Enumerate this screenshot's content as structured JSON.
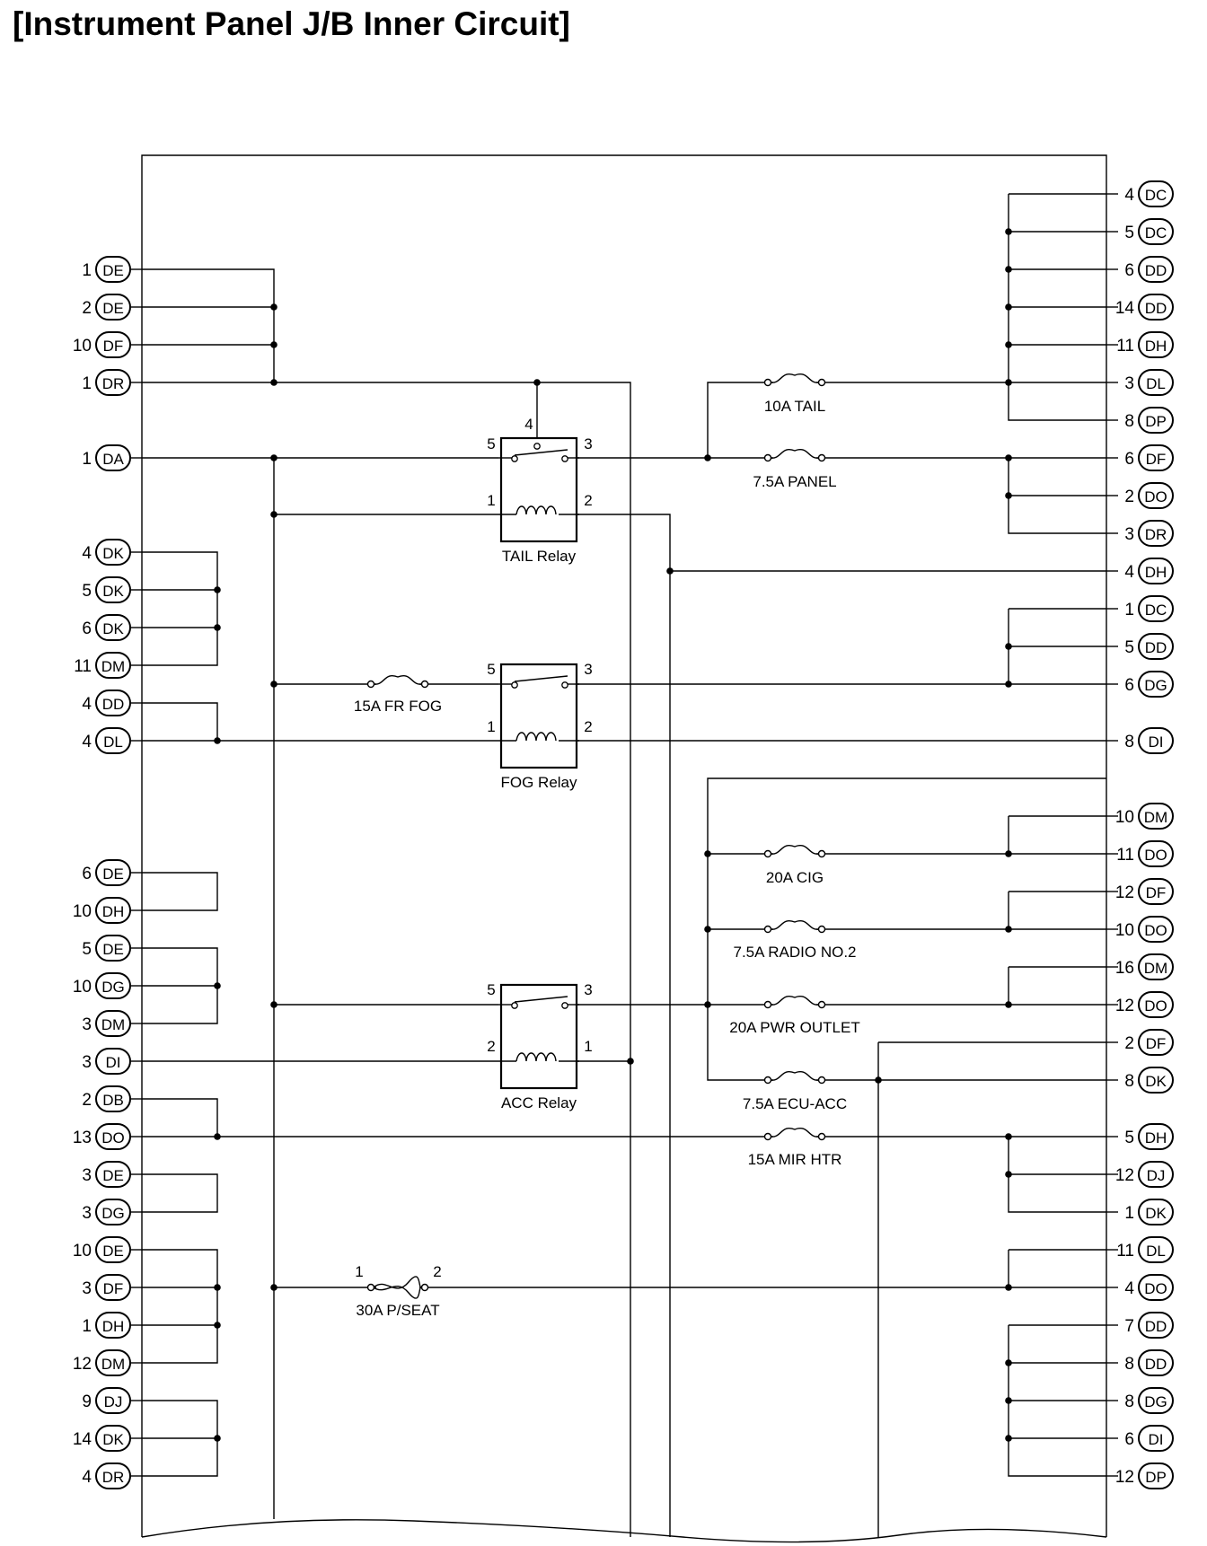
{
  "title": "[Instrument Panel J/B Inner Circuit]",
  "left_connectors": [
    {
      "pin": "1",
      "name": "DE"
    },
    {
      "pin": "2",
      "name": "DE"
    },
    {
      "pin": "10",
      "name": "DF"
    },
    {
      "pin": "1",
      "name": "DR"
    },
    {
      "pin": "1",
      "name": "DA"
    },
    {
      "pin": "4",
      "name": "DK"
    },
    {
      "pin": "5",
      "name": "DK"
    },
    {
      "pin": "6",
      "name": "DK"
    },
    {
      "pin": "11",
      "name": "DM"
    },
    {
      "pin": "4",
      "name": "DD"
    },
    {
      "pin": "4",
      "name": "DL"
    },
    {
      "pin": "6",
      "name": "DE"
    },
    {
      "pin": "10",
      "name": "DH"
    },
    {
      "pin": "5",
      "name": "DE"
    },
    {
      "pin": "10",
      "name": "DG"
    },
    {
      "pin": "3",
      "name": "DM"
    },
    {
      "pin": "3",
      "name": "DI"
    },
    {
      "pin": "2",
      "name": "DB"
    },
    {
      "pin": "13",
      "name": "DO"
    },
    {
      "pin": "3",
      "name": "DE"
    },
    {
      "pin": "3",
      "name": "DG"
    },
    {
      "pin": "10",
      "name": "DE"
    },
    {
      "pin": "3",
      "name": "DF"
    },
    {
      "pin": "1",
      "name": "DH"
    },
    {
      "pin": "12",
      "name": "DM"
    },
    {
      "pin": "9",
      "name": "DJ"
    },
    {
      "pin": "14",
      "name": "DK"
    },
    {
      "pin": "4",
      "name": "DR"
    }
  ],
  "right_connectors": [
    {
      "pin": "4",
      "name": "DC"
    },
    {
      "pin": "5",
      "name": "DC"
    },
    {
      "pin": "6",
      "name": "DD"
    },
    {
      "pin": "14",
      "name": "DD"
    },
    {
      "pin": "11",
      "name": "DH"
    },
    {
      "pin": "3",
      "name": "DL"
    },
    {
      "pin": "8",
      "name": "DP"
    },
    {
      "pin": "6",
      "name": "DF"
    },
    {
      "pin": "2",
      "name": "DO"
    },
    {
      "pin": "3",
      "name": "DR"
    },
    {
      "pin": "4",
      "name": "DH"
    },
    {
      "pin": "1",
      "name": "DC"
    },
    {
      "pin": "5",
      "name": "DD"
    },
    {
      "pin": "6",
      "name": "DG"
    },
    {
      "pin": "8",
      "name": "DI"
    },
    {
      "pin": "10",
      "name": "DM"
    },
    {
      "pin": "11",
      "name": "DO"
    },
    {
      "pin": "12",
      "name": "DF"
    },
    {
      "pin": "10",
      "name": "DO"
    },
    {
      "pin": "16",
      "name": "DM"
    },
    {
      "pin": "12",
      "name": "DO"
    },
    {
      "pin": "2",
      "name": "DF"
    },
    {
      "pin": "8",
      "name": "DK"
    },
    {
      "pin": "5",
      "name": "DH"
    },
    {
      "pin": "12",
      "name": "DJ"
    },
    {
      "pin": "1",
      "name": "DK"
    },
    {
      "pin": "11",
      "name": "DL"
    },
    {
      "pin": "4",
      "name": "DO"
    },
    {
      "pin": "7",
      "name": "DD"
    },
    {
      "pin": "8",
      "name": "DD"
    },
    {
      "pin": "8",
      "name": "DG"
    },
    {
      "pin": "6",
      "name": "DI"
    },
    {
      "pin": "12",
      "name": "DP"
    }
  ],
  "fuses": [
    {
      "label": "10A TAIL"
    },
    {
      "label": "7.5A PANEL"
    },
    {
      "label": "15A FR FOG"
    },
    {
      "label": "20A CIG"
    },
    {
      "label": "7.5A RADIO NO.2"
    },
    {
      "label": "20A PWR OUTLET"
    },
    {
      "label": "7.5A ECU-ACC"
    },
    {
      "label": "15A MIR HTR"
    },
    {
      "label": "30A P/SEAT",
      "pin_a": "1",
      "pin_b": "2"
    }
  ],
  "relays": [
    {
      "label": "TAIL Relay",
      "pins": [
        "5",
        "4",
        "3",
        "1",
        "2"
      ]
    },
    {
      "label": "FOG Relay",
      "pins": [
        "5",
        "3",
        "1",
        "2"
      ]
    },
    {
      "label": "ACC Relay",
      "pins": [
        "5",
        "3",
        "2",
        "1"
      ]
    }
  ]
}
